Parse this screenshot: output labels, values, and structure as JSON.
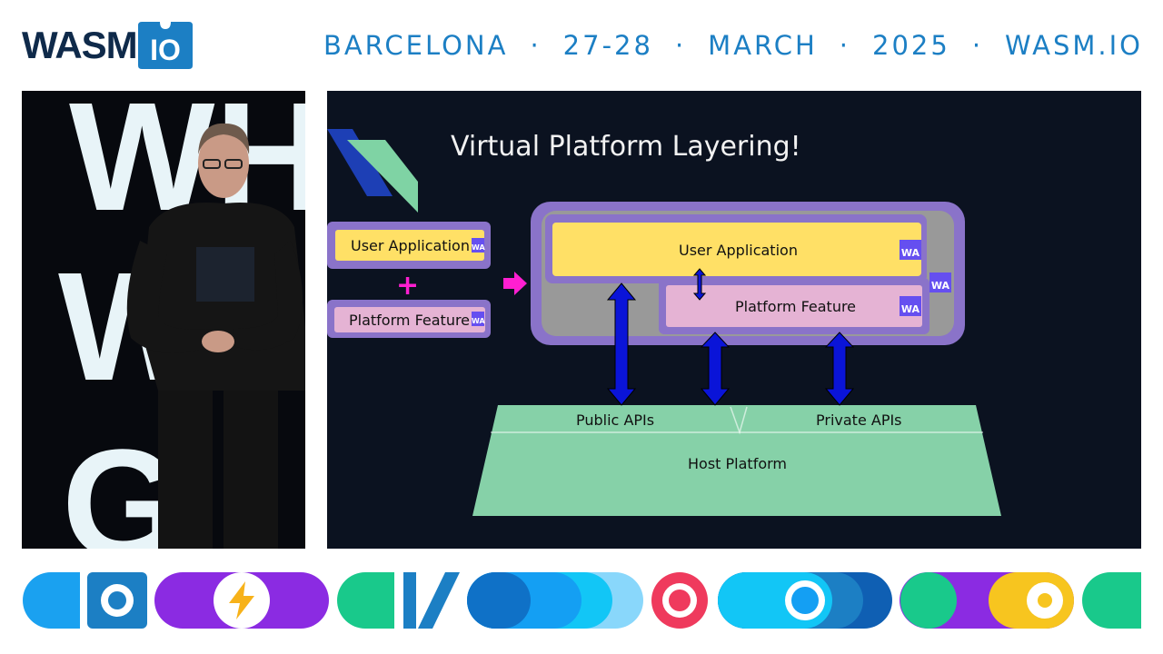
{
  "header": {
    "logo_text": "WASM",
    "logo_box_text": "IO",
    "city": "BARCELONA",
    "dates": "27-28",
    "month": "MARCH",
    "year": "2025",
    "site": "WASM.IO",
    "separator": "·"
  },
  "slide": {
    "title": "Virtual Platform Layering!",
    "left_stack": {
      "user_app_label": "User Application",
      "platform_feature_label": "Platform Feature",
      "badge": "WA",
      "plus": "+"
    },
    "composite": {
      "user_app_label": "User Application",
      "platform_feature_label": "Platform Feature",
      "badge": "WA"
    },
    "host": {
      "public_apis_label": "Public APIs",
      "private_apis_label": "Private APIs",
      "host_label": "Host Platform"
    },
    "colors": {
      "background": "#0b1220",
      "user_app": "#ffe066",
      "platform_feature": "#e5b3d4",
      "frame_purple": "#8a73c9",
      "composite_gray": "#999999",
      "host_green": "#86d1a8",
      "arrow_blue": "#0a14d8",
      "arrow_magenta": "#ff1fd1",
      "badge_purple": "#654ff0"
    }
  },
  "video": {
    "backdrop_letters": [
      "WH",
      "W",
      "G"
    ]
  }
}
